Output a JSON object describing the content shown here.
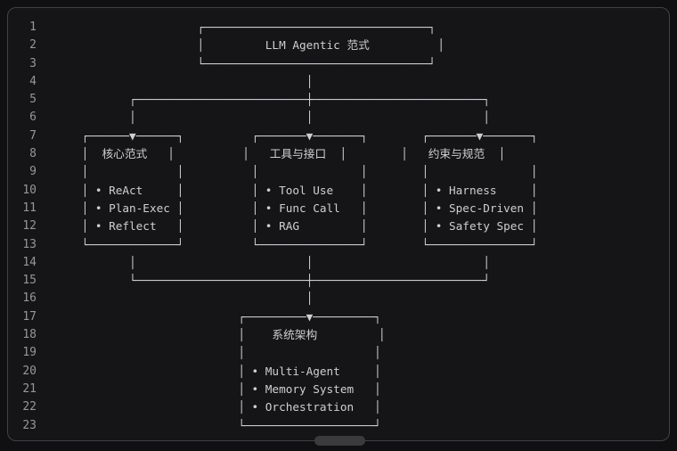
{
  "theme": {
    "page-bg": "#101012",
    "panel-bg": "#151517",
    "panel-border": "#414146",
    "text": "#cfcfd2",
    "line-number": "#97979a",
    "thumb": "#3b3b3e"
  },
  "editor": {
    "line_count": 23,
    "lines": [
      "                     ┌─────────────────────────────────┐",
      "                     │         LLM Agentic 范式          │",
      "                     └─────────────────────────────────┘",
      "                                     │",
      "           ┌─────────────────────────┼─────────────────────────┐",
      "           │                         │                         │",
      "    ┌──────▼──────┐          ┌───────▼───────┐        ┌───────▼───────┐",
      "    │  核心范式   │          │   工具与接口  │        │   约束与规范  │",
      "    │             │          │               │        │               │",
      "    │ • ReAct     │          │ • Tool Use    │        │ • Harness     │",
      "    │ • Plan-Exec │          │ • Func Call   │        │ • Spec-Driven │",
      "    │ • Reflect   │          │ • RAG         │        │ • Safety Spec │",
      "    └─────────────┘          └───────────────┘        └───────────────┘",
      "           │                         │                         │",
      "           └─────────────────────────┼─────────────────────────┘",
      "                                     │",
      "                           ┌─────────▼─────────┐",
      "                           │    系统架构         │",
      "                           │                   │",
      "                           │ • Multi-Agent     │",
      "                           │ • Memory System   │",
      "                           │ • Orchestration   │",
      "                           └───────────────────┘"
    ]
  },
  "diagram": {
    "root": {
      "label": "LLM Agentic 范式"
    },
    "branches": [
      {
        "title": "核心范式",
        "items": [
          "ReAct",
          "Plan-Exec",
          "Reflect"
        ]
      },
      {
        "title": "工具与接口",
        "items": [
          "Tool Use",
          "Func Call",
          "RAG"
        ]
      },
      {
        "title": "约束与规范",
        "items": [
          "Harness",
          "Spec-Driven",
          "Safety Spec"
        ]
      }
    ],
    "merge_node": {
      "title": "系统架构",
      "items": [
        "Multi-Agent",
        "Memory System",
        "Orchestration"
      ]
    }
  },
  "scrollbar": {
    "orientation": "horizontal",
    "position": "center"
  }
}
